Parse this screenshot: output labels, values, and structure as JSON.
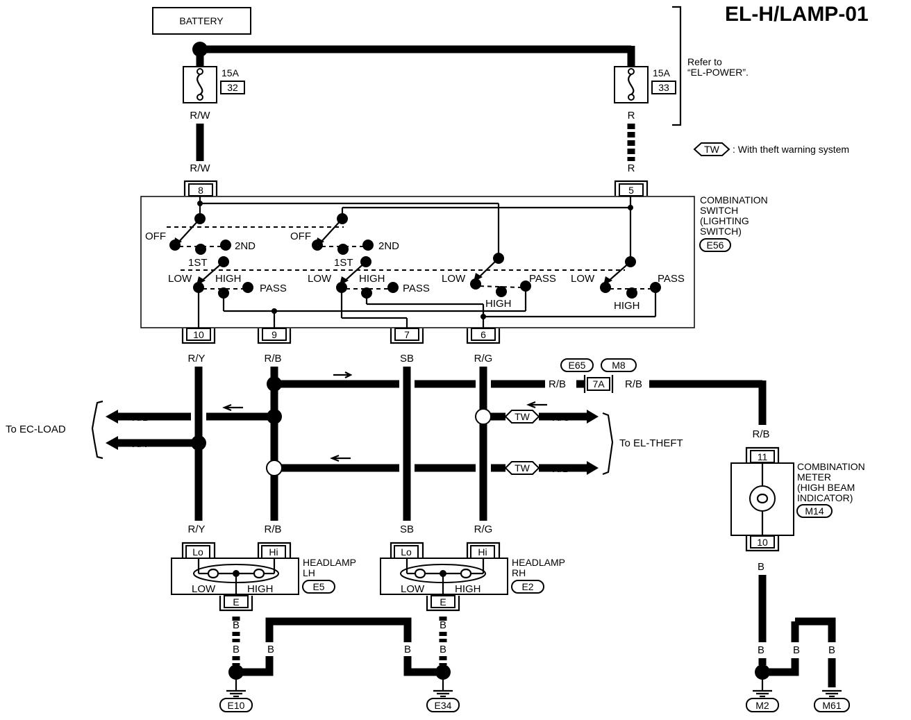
{
  "title": "EL-H/LAMP-01",
  "battery": "BATTERY",
  "fuses": [
    {
      "amps": "15A",
      "num": "32"
    },
    {
      "amps": "15A",
      "num": "33"
    }
  ],
  "refer": {
    "line1": "Refer to",
    "line2": "“EL-POWER”."
  },
  "legend": {
    "symbol": "TW",
    "text": ": With theft warning system"
  },
  "wires": {
    "rw": "R/W",
    "r": "R",
    "ry": "R/Y",
    "rb": "R/B",
    "sb": "SB",
    "rg": "R/G",
    "b": "B"
  },
  "combination_switch": {
    "lines": [
      "COMBINATION",
      "SWITCH",
      "(LIGHTING",
      "SWITCH)"
    ],
    "code": "E56",
    "terminals": {
      "t8": "8",
      "t5": "5",
      "t10": "10",
      "t9": "9",
      "t7": "7",
      "t6": "6"
    },
    "labels": {
      "off": "OFF",
      "first": "1ST",
      "second": "2ND",
      "low": "LOW",
      "high": "HIGH",
      "pass": "PASS"
    }
  },
  "connector": {
    "e65": "E65",
    "m8": "M8",
    "pin": "7A"
  },
  "to_ec_load": "To EC-LOAD",
  "to_el_theft": "To EL-THEFT",
  "combination_meter": {
    "lines": [
      "COMBINATION",
      "METER",
      "(HIGH BEAM",
      "INDICATOR)"
    ],
    "code": "M14",
    "pin_top": "11",
    "pin_bottom": "10"
  },
  "headlamp_lh": {
    "lines": [
      "HEADLAMP",
      "LH"
    ],
    "code": "E5"
  },
  "headlamp_rh": {
    "lines": [
      "HEADLAMP",
      "RH"
    ],
    "code": "E2"
  },
  "headlamp_labels": {
    "lo": "Lo",
    "hi": "Hi",
    "low": "LOW",
    "high": "HIGH",
    "e": "E"
  },
  "grounds": {
    "e10": "E10",
    "e34": "E34",
    "m2": "M2",
    "m61": "M61"
  }
}
